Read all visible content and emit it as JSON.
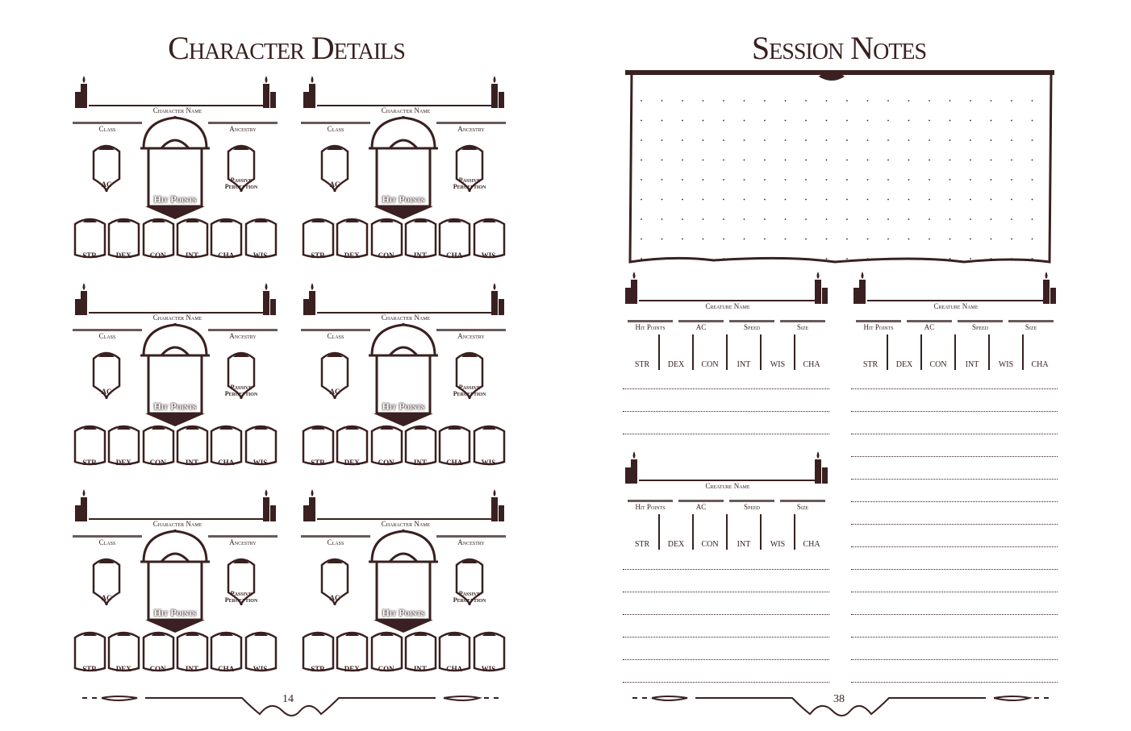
{
  "left_page": {
    "title": "Character Details",
    "page_number": "14",
    "character_card": {
      "name_label": "Character Name",
      "class_label": "Class",
      "ancestry_label": "Ancestry",
      "ac_label": "AC",
      "hp_label": "Hit Points",
      "passive_label": "Passive Perception",
      "stats": [
        "STR",
        "DEX",
        "CON",
        "INT",
        "CHA",
        "WIS"
      ]
    }
  },
  "right_page": {
    "title": "Session Notes",
    "page_number": "38",
    "creature_block": {
      "name_label": "Creature Name",
      "fields": [
        "Hit Points",
        "AC",
        "Speed",
        "Size"
      ],
      "stats": [
        "STR",
        "DEX",
        "CON",
        "INT",
        "WIS",
        "CHA"
      ]
    }
  },
  "colors": {
    "ink": "#3a2020",
    "bar": "#6a5a5a"
  }
}
